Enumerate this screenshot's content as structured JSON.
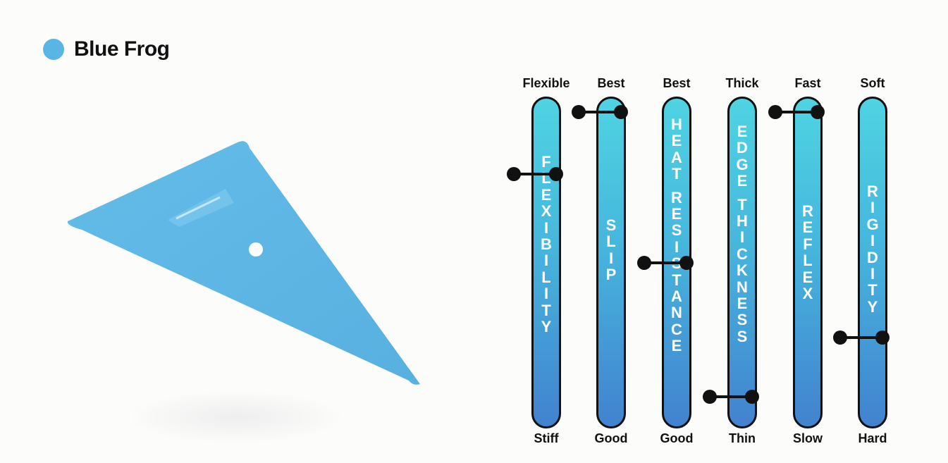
{
  "title": "Blue Frog",
  "colors": {
    "dot": "#5ab4e5",
    "tool": "#5eb6e4"
  },
  "gauges": [
    {
      "id": "flexibility",
      "top": "Flexible",
      "bottom": "Stiff",
      "word": "FLEXIBILITY",
      "level": 0.77
    },
    {
      "id": "slip",
      "top": "Best",
      "bottom": "Good",
      "word": "SLIP",
      "level": 0.96
    },
    {
      "id": "heat-resistance",
      "top": "Best",
      "bottom": "Good",
      "word": "HEAT RESISTANCE",
      "level": 0.5
    },
    {
      "id": "edge-thickness",
      "top": "Thick",
      "bottom": "Thin",
      "word": "EDGE THICKNESS",
      "level": 0.09
    },
    {
      "id": "reflex",
      "top": "Fast",
      "bottom": "Slow",
      "word": "REFLEX",
      "level": 0.96
    },
    {
      "id": "rigidity",
      "top": "Soft",
      "bottom": "Hard",
      "word": "RIGIDITY",
      "level": 0.27
    }
  ]
}
